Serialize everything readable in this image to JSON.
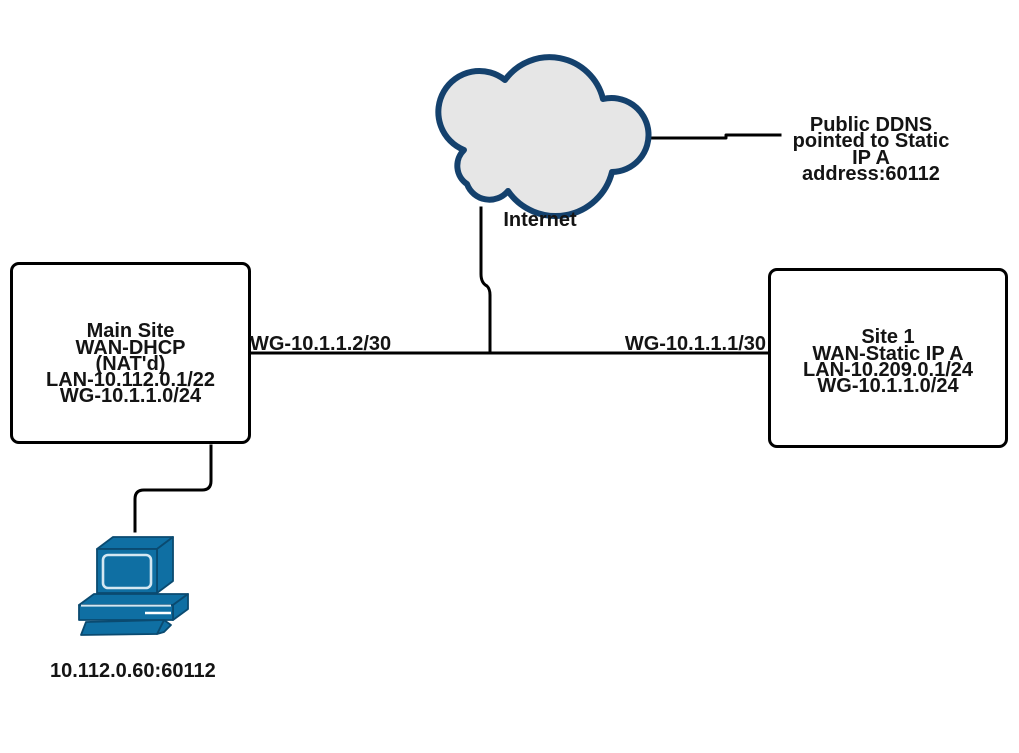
{
  "diagram": {
    "internet": {
      "label": "Internet"
    },
    "ddns_note": {
      "lines": [
        "Public DDNS",
        "pointed to Static",
        "IP A",
        "address:60112"
      ]
    },
    "main_site_box": {
      "lines": [
        "Main Site",
        "WAN-DHCP",
        "(NAT'd)",
        "LAN-10.112.0.1/22",
        "WG-10.1.1.0/24"
      ]
    },
    "site1_box": {
      "lines": [
        "Site 1",
        "WAN-Static IP A",
        "LAN-10.209.0.1/24",
        "WG-10.1.1.0/24"
      ]
    },
    "wan_link": {
      "left_label": "WG-10.1.1.2/30",
      "right_label": "WG-10.1.1.1/30"
    },
    "host": {
      "label": "10.112.0.60:60112"
    },
    "icons": {
      "cloud": "internet-cloud-icon",
      "computer": "desktop-computer-icon"
    },
    "colors": {
      "cloud_fill": "#e6e6e6",
      "cloud_stroke": "#14416d",
      "line": "#000000",
      "computer_fill": "#0f6fa3",
      "computer_stroke": "#0a4a70",
      "computer_highlight": "#d4e7f2",
      "text": "#141414"
    }
  }
}
